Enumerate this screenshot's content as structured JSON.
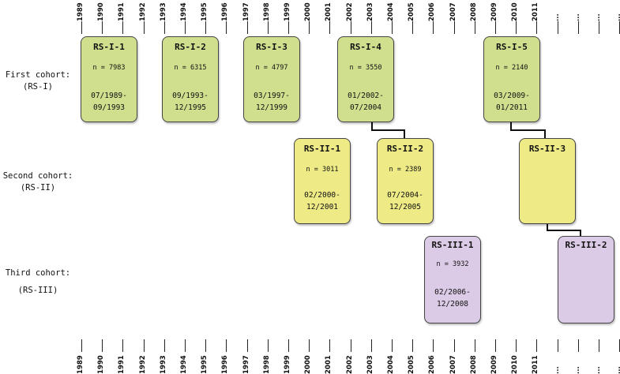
{
  "timeline": {
    "years": [
      "1989",
      "1990",
      "1991",
      "1992",
      "1993",
      "1994",
      "1995",
      "1996",
      "1997",
      "1998",
      "1999",
      "2000",
      "2001",
      "2002",
      "2003",
      "2004",
      "2005",
      "2006",
      "2007",
      "2008",
      "2009",
      "2010",
      "2011",
      "...",
      "...",
      "...",
      "..."
    ]
  },
  "cohorts": [
    {
      "label_line1": "First cohort:",
      "label_line2": "(RS-I)"
    },
    {
      "label_line1": "Second cohort:",
      "label_line2": "(RS-II)"
    },
    {
      "label_line1": "Third cohort:",
      "label_line2": "(RS-III)"
    }
  ],
  "boxes": {
    "rs_i_1": {
      "name": "RS-I-1",
      "n": "n = 7983",
      "date1": "07/1989-",
      "date2": "09/1993"
    },
    "rs_i_2": {
      "name": "RS-I-2",
      "n": "n = 6315",
      "date1": "09/1993-",
      "date2": "12/1995"
    },
    "rs_i_3": {
      "name": "RS-I-3",
      "n": "n = 4797",
      "date1": "03/1997-",
      "date2": "12/1999"
    },
    "rs_i_4": {
      "name": "RS-I-4",
      "n": "n = 3550",
      "date1": "01/2002-",
      "date2": "07/2004"
    },
    "rs_i_5": {
      "name": "RS-I-5",
      "n": "n = 2140",
      "date1": "03/2009-",
      "date2": "01/2011"
    },
    "rs_ii_1": {
      "name": "RS-II-1",
      "n": "n = 3011",
      "date1": "02/2000-",
      "date2": "12/2001"
    },
    "rs_ii_2": {
      "name": "RS-II-2",
      "n": "n = 2389",
      "date1": "07/2004-",
      "date2": "12/2005"
    },
    "rs_ii_3": {
      "name": "RS-II-3"
    },
    "rs_iii_1": {
      "name": "RS-III-1",
      "n": "n = 3932",
      "date1": "02/2006-",
      "date2": "12/2008"
    },
    "rs_iii_2": {
      "name": "RS-III-2"
    }
  },
  "colors": {
    "first_cohort": "#cfdf8e",
    "second_cohort": "#eeea86",
    "third_cohort": "#dccbe6"
  }
}
